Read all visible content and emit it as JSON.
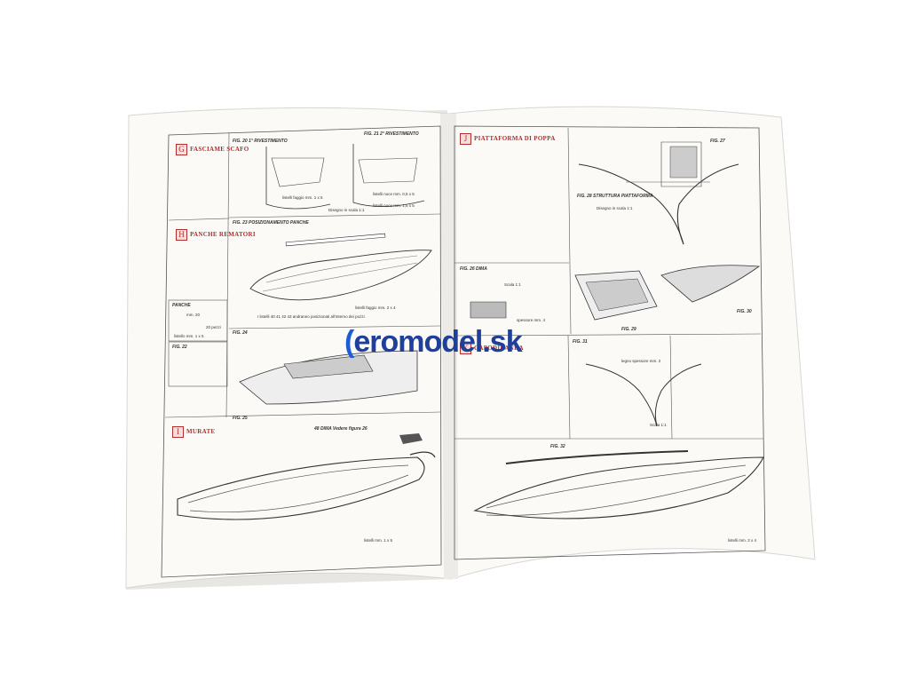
{
  "left_page": {
    "sections": [
      {
        "letter": "G",
        "title": "FASCIAME SCAFO"
      },
      {
        "letter": "H",
        "title": "PANCHE REMATORI"
      },
      {
        "letter": "I",
        "title": "MURATE"
      }
    ],
    "figures": {
      "fig20": "FIG. 20   1° RIVESTIMENTO",
      "fig21": "FIG. 21   2° RIVESTIMENTO",
      "fig23": "FIG. 23   POSIZIONAMENTO PANCHE",
      "fig22": "FIG. 22",
      "fig24": "FIG. 24",
      "fig25": "FIG. 25",
      "panche": "PANCHE",
      "dima": "48  DIMA   Vedere figura 26"
    },
    "labels": {
      "listelli_1x5": "listelli faggio mm. 1 x 5",
      "disegno_scala": "Disegno in scala 1:1",
      "listelli_noce_05": "listelli noce mm. 0,5 x 5",
      "listelli_noce_15": "listelli noce mm. 1,5 x 5",
      "listelli_2x4": "listelli faggio mm. 2 x 4",
      "mm20": "mm. 20",
      "pezzi": "20 pezzi",
      "listello_1x5": "listello mm. 1 x 5",
      "listelli_mm_1x5": "listelli mm. 1 x 5",
      "note": "I listelli 40 41 42 43 andranno posizionati all'interno dei pozzi."
    }
  },
  "right_page": {
    "sections": [
      {
        "letter": "J",
        "title": "PIATTAFORMA DI POPPA"
      },
      {
        "letter": "K",
        "title": "CAPODIBANDA"
      }
    ],
    "figures": {
      "fig27": "FIG. 27",
      "fig28": "FIG. 28   STRUTTURA PIATTAFORMA",
      "fig26": "FIG. 26   DIMA",
      "fig29": "FIG. 29",
      "fig30": "FIG. 30",
      "fig31": "FIG. 31",
      "fig32": "FIG. 32"
    },
    "labels": {
      "scala": "Scala 1:1",
      "spessore": "spessore mm. 4",
      "legno_spessore": "legno spessore mm. 2",
      "scala2": "Scala 1:1",
      "listelli_2x4": "listelli mm. 2 x 4",
      "disegno": "Disegno in scala 1:1"
    }
  },
  "watermark": {
    "brand": "eromodel.sk",
    "accent": "#1e5bd6",
    "color": "#1e3f9a"
  }
}
